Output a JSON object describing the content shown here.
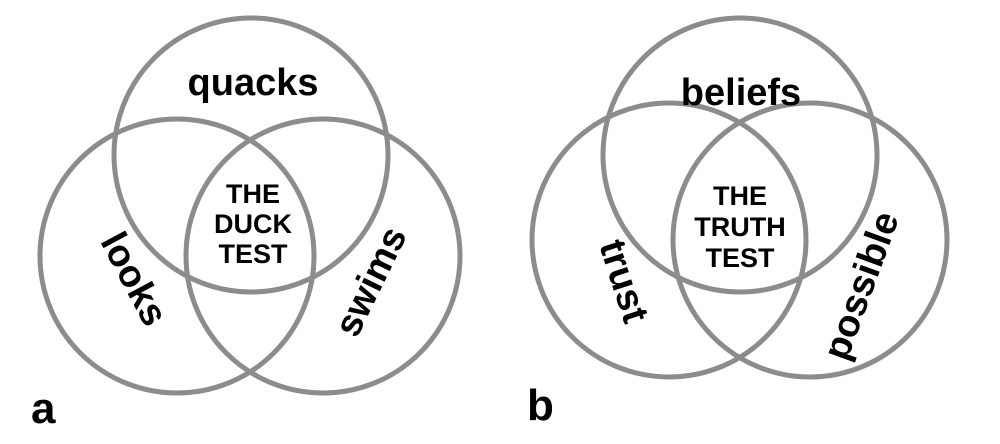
{
  "colors": {
    "circle_stroke": "#8c8c8c",
    "text": "#000000",
    "background": "#ffffff"
  },
  "panels": [
    {
      "label": "a",
      "top": "quacks",
      "left": "looks",
      "right": "swims",
      "center": [
        "THE",
        "DUCK",
        "TEST"
      ]
    },
    {
      "label": "b",
      "top": "beliefs",
      "left": "trust",
      "right": "possible",
      "center": [
        "THE",
        "TRUTH",
        "TEST"
      ]
    }
  ]
}
